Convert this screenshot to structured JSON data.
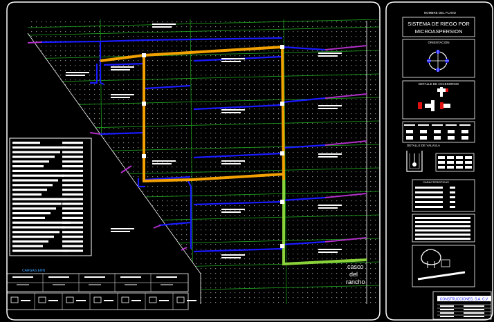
{
  "plan": {
    "plano_label": "NOMBRE DEL PLANO",
    "title_line1": "SISTEMA DE RIEGO POR",
    "title_line2": "MICROASPERSION",
    "orientation_label": "ORIENTACION",
    "fittings_label": "DETALLE DE ACCESORIOS",
    "valve_label": "DETALLE DE VALVULA",
    "notes_label": "CARACTERISTICAS",
    "legend_label": "CARGAS ENN",
    "casco_word1": "casco",
    "casco_word2": "del",
    "casco_word3": "rancho",
    "company": "CONSTRUCCIONES, S.A. C.V."
  },
  "colors": {
    "background": "#000000",
    "frame": "#ffffff",
    "grid": "#1e9e1e",
    "lateral_blue": "#1a1aff",
    "lateral_end_purple": "#b030c8",
    "main_orange": "#f2a100",
    "main_green": "#8bd13a",
    "dots": "#8a8a8a"
  }
}
